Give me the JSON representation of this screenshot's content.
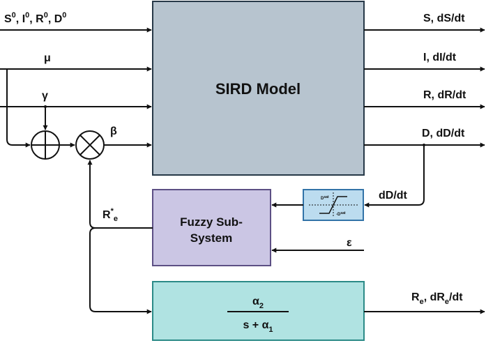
{
  "blocks": {
    "sird": {
      "title": "SIRD Model",
      "fill": "#b7c4cf",
      "stroke": "#263847"
    },
    "fuzzy": {
      "line1": "Fuzzy Sub-",
      "line2": "System",
      "fill": "#cbc6e4",
      "stroke": "#5c4f84"
    },
    "transfer": {
      "numerator": "α",
      "numerator_sub": "2",
      "denominator": "s + α",
      "denominator_sub": "1",
      "fill": "#b0e3e2",
      "stroke": "#2b8a87"
    },
    "saturation": {
      "upper_label": "D",
      "upper_sup": "sat",
      "lower_label": "-D",
      "lower_sup": "sat",
      "fill": "#bcdcef",
      "stroke": "#3273a8"
    }
  },
  "inputs": {
    "initial_conditions": {
      "items": [
        {
          "base": "S",
          "sup": "0",
          "sep": ", "
        },
        {
          "base": "I",
          "sup": "0",
          "sep": ", "
        },
        {
          "base": "R",
          "sup": "0",
          "sep": ", "
        },
        {
          "base": "D",
          "sup": "0",
          "sep": ""
        }
      ]
    },
    "mu": "μ",
    "gamma": "γ",
    "beta": "β",
    "epsilon": "ε"
  },
  "outputs": {
    "s": "S, dS/dt",
    "i": "I, dI/dt",
    "r": "R, dR/dt",
    "d": "D, dD/dt"
  },
  "feedback": {
    "ddt": "dD/dt",
    "re_star": {
      "base": "R",
      "sup": "*",
      "sub": "e"
    },
    "re_out": {
      "base": "R",
      "sub1": "e",
      "mid": ", dR",
      "sub2": "e",
      "tail": "/dt"
    }
  },
  "colors": {
    "wire": "#111111"
  }
}
